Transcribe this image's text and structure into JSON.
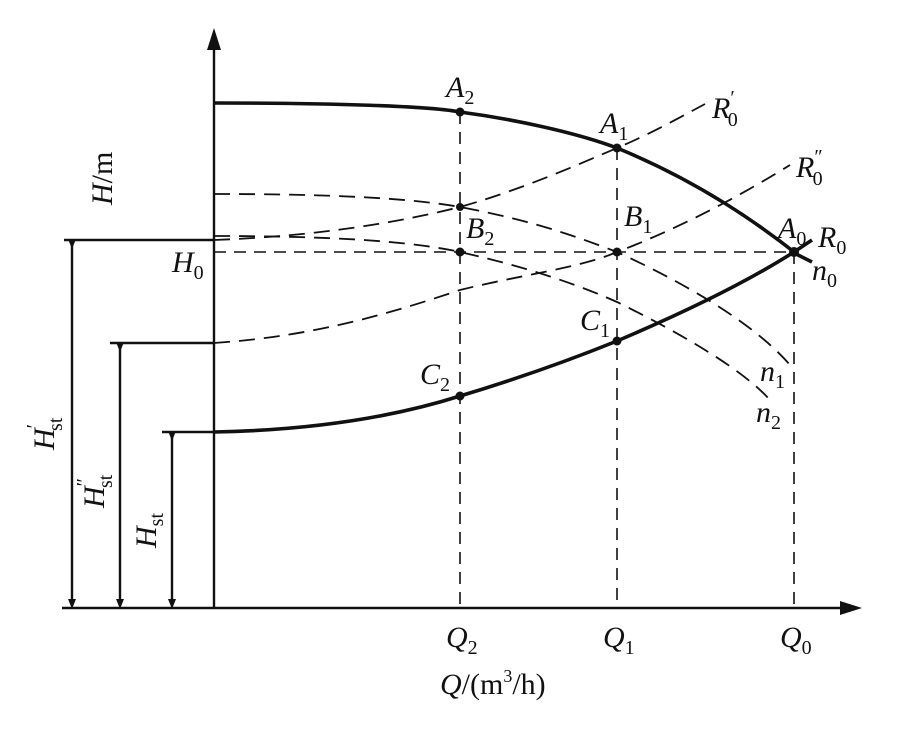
{
  "figure": {
    "y_axis_label": {
      "main": "H",
      "rest": "/m"
    },
    "x_axis_label": {
      "main": "Q",
      "rest": "/(m",
      "sup": "3",
      "tail": "/h)"
    },
    "x_ticks": [
      {
        "main": "Q",
        "sub": "2"
      },
      {
        "main": "Q",
        "sub": "1"
      },
      {
        "main": "Q",
        "sub": "0"
      }
    ],
    "h0": {
      "main": "H",
      "sub": "0"
    },
    "points": [
      {
        "main": "A",
        "sub": "2"
      },
      {
        "main": "A",
        "sub": "1"
      },
      {
        "main": "A",
        "sub": "0"
      },
      {
        "main": "B",
        "sub": "2"
      },
      {
        "main": "B",
        "sub": "1"
      },
      {
        "main": "C",
        "sub": "2"
      },
      {
        "main": "C",
        "sub": "1"
      }
    ],
    "curves": [
      {
        "main": "R",
        "sub": "0",
        "prime": ""
      },
      {
        "main": "R",
        "sub": "0",
        "prime": "′"
      },
      {
        "main": "R",
        "sub": "0",
        "prime": "″"
      },
      {
        "main": "n",
        "sub": "0",
        "prime": ""
      },
      {
        "main": "n",
        "sub": "1",
        "prime": ""
      },
      {
        "main": "n",
        "sub": "2",
        "prime": ""
      }
    ],
    "dimensions": [
      {
        "main": "H",
        "sub": "st",
        "prime": "′"
      },
      {
        "main": "H",
        "sub": "st",
        "prime": "″"
      },
      {
        "main": "H",
        "sub": "st",
        "prime": ""
      }
    ]
  }
}
